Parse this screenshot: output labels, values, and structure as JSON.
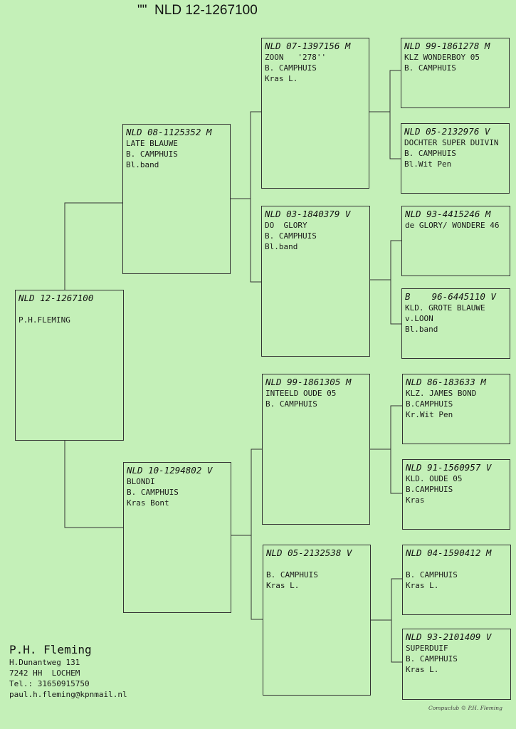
{
  "title": "\"\"  NLD 12-1267100",
  "pigeons": {
    "subject": {
      "ring": "NLD 12-1267100",
      "lines": [
        "",
        "P.H.FLEMING"
      ]
    },
    "father": {
      "ring": "NLD 08-1125352 M",
      "lines": [
        "LATE BLAUWE",
        "B. CAMPHUIS",
        "Bl.band"
      ]
    },
    "mother": {
      "ring": "NLD 10-1294802 V",
      "lines": [
        "BLONDI",
        "B. CAMPHUIS",
        "Kras Bont"
      ]
    },
    "ff": {
      "ring": "NLD 07-1397156 M",
      "lines": [
        "ZOON   '278''",
        "B. CAMPHUIS",
        "Kras L."
      ]
    },
    "fm": {
      "ring": "NLD 03-1840379 V",
      "lines": [
        "DO  GLORY",
        "B. CAMPHUIS",
        "Bl.band"
      ]
    },
    "mf": {
      "ring": "NLD 99-1861305 M",
      "lines": [
        "INTEELD OUDE 05",
        "B. CAMPHUIS"
      ]
    },
    "mm": {
      "ring": "NLD 05-2132538 V",
      "lines": [
        "",
        "B. CAMPHUIS",
        "Kras L."
      ]
    },
    "fff": {
      "ring": "NLD 99-1861278 M",
      "lines": [
        "KLZ WONDERBOY 05",
        "B. CAMPHUIS"
      ]
    },
    "ffm": {
      "ring": "NLD 05-2132976 V",
      "lines": [
        "DOCHTER SUPER DUIVIN",
        "B. CAMPHUIS",
        "Bl.Wit Pen"
      ]
    },
    "fmf": {
      "ring": "NLD 93-4415246 M",
      "lines": [
        "de GLORY/ WONDERE 46"
      ]
    },
    "fmm": {
      "ring": "B    96-6445110 V",
      "lines": [
        "KLD. GROTE BLAUWE",
        "v.LOON",
        "Bl.band"
      ]
    },
    "mff": {
      "ring": "NLD 86-183633 M",
      "lines": [
        "KLZ. JAMES BOND",
        "B.CAMPHUIS",
        "Kr.Wit Pen"
      ]
    },
    "mfm": {
      "ring": "NLD 91-1560957 V",
      "lines": [
        "KLD. OUDE 05",
        "B.CAMPHUIS",
        "Kras"
      ]
    },
    "mmf": {
      "ring": "NLD 04-1590412 M",
      "lines": [
        "",
        "B. CAMPHUIS",
        "Kras L."
      ]
    },
    "mmm": {
      "ring": "NLD 93-2101409 V",
      "lines": [
        "SUPERDUIF",
        "B. CAMPHUIS",
        "Kras L."
      ]
    }
  },
  "owner": {
    "name": "P.H. Fleming",
    "address": "H.Dunantweg 131",
    "city": "7242 HH  LOCHEM",
    "tel": "Tel.: 31650915750",
    "email": "paul.h.fleming@kpnmail.nl"
  },
  "footer": "Compuclub © P.H. Fleming",
  "colors": {
    "background": "#c4f0b8",
    "line": "#333333"
  }
}
